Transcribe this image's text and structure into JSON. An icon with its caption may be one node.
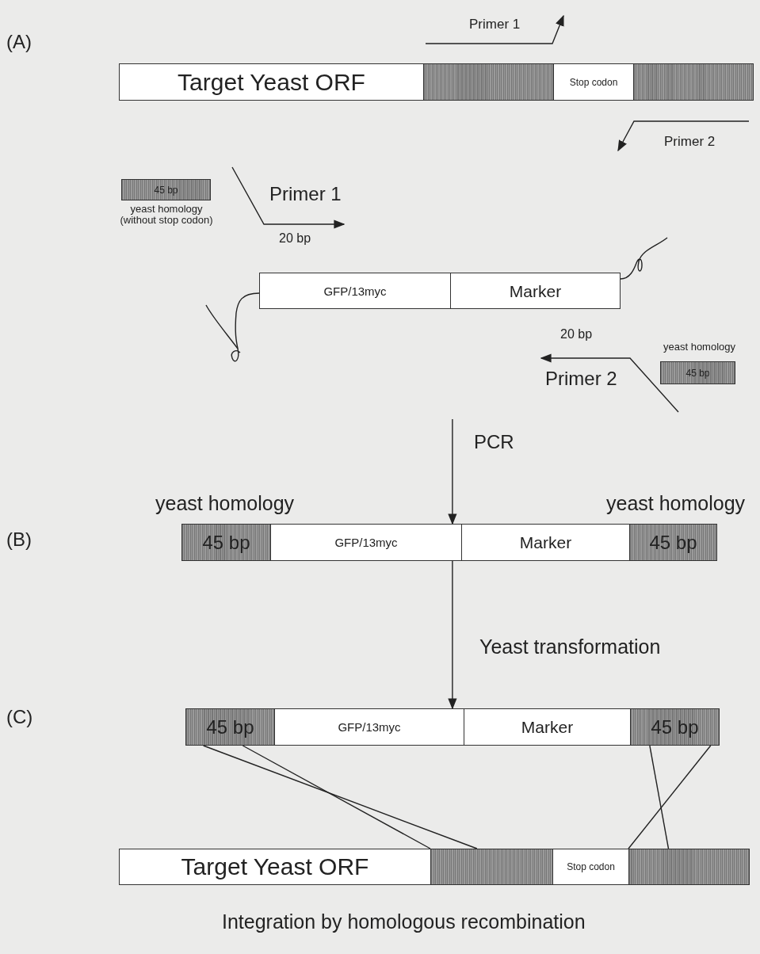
{
  "diagram": {
    "caption": "Integration by homologous recombination",
    "nodes": [
      {
        "text": [
          "Target Yeast ORF"
        ]
      },
      {
        "text": [],
        "shape": "bar"
      },
      {
        "text": [
          "Stop codon"
        ]
      },
      {
        "text": [],
        "shape": "bar"
      },
      {
        "text": [
          "45 bp"
        ],
        "beside": [
          "yeast homology (without stop codon)"
        ]
      },
      {
        "text": [
          "GFP/13myc"
        ]
      },
      {
        "text": [
          "Marker"
        ]
      },
      {
        "text": [
          "45 bp"
        ],
        "beside": [
          "yeast homology"
        ]
      },
      {
        "text": [
          "45 bp"
        ],
        "beside": [
          "yeast homology"
        ]
      },
      {
        "text": [
          "GFP/13myc"
        ]
      },
      {
        "text": [
          "Marker"
        ]
      },
      {
        "text": [
          "45 bp"
        ],
        "beside": [
          "yeast homology"
        ]
      },
      {
        "text": [
          "45 bp"
        ]
      },
      {
        "text": [
          "GFP/13myc"
        ]
      },
      {
        "text": [
          "Marker"
        ]
      },
      {
        "text": [
          "45 bp"
        ]
      },
      {
        "text": [
          "Target Yeast ORF"
        ]
      },
      {
        "text": [],
        "shape": "bar"
      },
      {
        "text": [
          "Stop codon"
        ]
      },
      {
        "text": [],
        "shape": "bar"
      }
    ],
    "edges": [
      {
        "from": null,
        "to": 9,
        "arrow": "to",
        "label": "PCR"
      },
      {
        "from": 9,
        "to": 13,
        "arrow": "to",
        "label": "Yeast transformation"
      },
      {
        "from": 12,
        "to": 17,
        "arrow": "none"
      },
      {
        "from": 12,
        "to": 17,
        "arrow": "none"
      },
      {
        "from": 15,
        "to": 19,
        "arrow": "none"
      },
      {
        "from": 15,
        "to": 19,
        "arrow": "none"
      }
    ],
    "labels": [
      "(A)",
      "Primer 1",
      "Primer 2",
      "Primer 1",
      "20 bp",
      "20 bp",
      "Primer 2",
      "(B)",
      "(C)"
    ]
  }
}
